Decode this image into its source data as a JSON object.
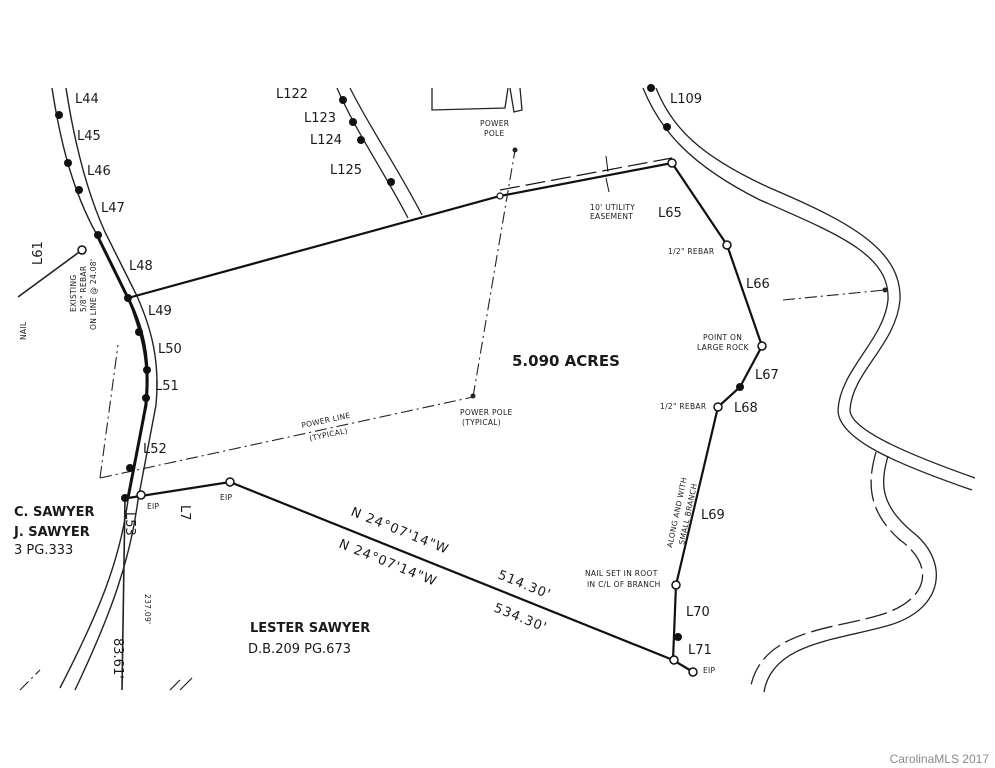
{
  "map": {
    "area": "5.090 ACRES",
    "segments": [
      "L44",
      "L45",
      "L46",
      "L47",
      "L48",
      "L49",
      "L50",
      "L51",
      "L52",
      "L53",
      "L61",
      "L65",
      "L66",
      "L67",
      "L68",
      "L69",
      "L70",
      "L71",
      "L109",
      "L122",
      "L123",
      "L124",
      "L125",
      "L7"
    ],
    "notes": {
      "utility_easement_1": "10' UTILITY",
      "utility_easement_2": "EASEMENT",
      "power_pole_top_1": "POWER",
      "power_pole_top_2": "POLE",
      "power_pole_typ_1": "POWER POLE",
      "power_pole_typ_2": "(TYPICAL)",
      "power_line_1": "POWER LINE",
      "power_line_2": "(TYPICAL)",
      "rebar_1": "1/2\" REBAR",
      "rebar_2": "1/2\" REBAR",
      "rock_1": "POINT ON",
      "rock_2": "LARGE ROCK",
      "branch_1": "ALONG AND WITH",
      "branch_2": "SMALL BRANCH",
      "nail_1": "NAIL SET IN ROOT",
      "nail_2": "IN C/L OF BRANCH",
      "existing_1": "EXISTING",
      "existing_2": "5/8\" REBAR",
      "existing_3": "ON LINE @ 24.08'",
      "nail_left": "NAIL",
      "eip_1": "EIP",
      "eip_2": "EIP",
      "eip_3": "EIP"
    },
    "bearings": {
      "b1": "N 24°07'14\"W",
      "d1": "514.30'",
      "b2": "N 24°07'14\"W",
      "d2": "534.30'"
    },
    "owners": {
      "left_1": "C. SAWYER",
      "left_2": "J. SAWYER",
      "left_3": "3 PG.333",
      "south_name": "LESTER SAWYER",
      "south_deed": "D.B.209 PG.673"
    },
    "dims": {
      "left_1": "83.61'",
      "left_2": "237.09'"
    }
  },
  "watermark": "CarolinaMLS 2017"
}
